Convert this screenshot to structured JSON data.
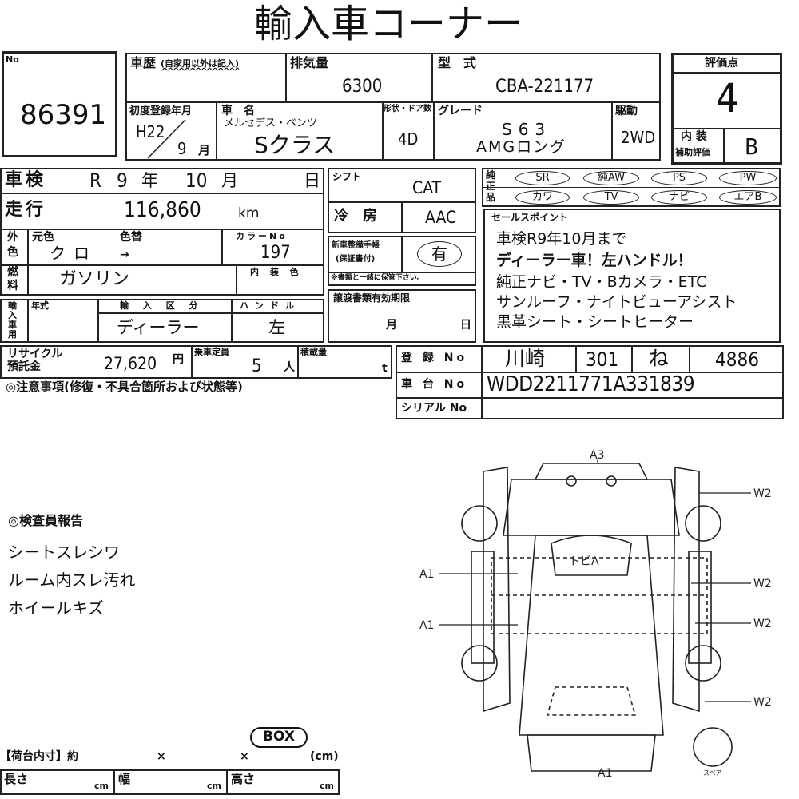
{
  "title": "輸入車コーナー",
  "lot": {
    "label": "No",
    "number": "86391"
  },
  "history": {
    "label": "車歴",
    "note": "(自家用以外は記入)"
  },
  "displacement": {
    "label": "排気量",
    "value": "6300"
  },
  "model_code": {
    "label": "型　式",
    "value": "CBA-221177"
  },
  "first_reg": {
    "label": "初度登録年月",
    "year": "H22",
    "month": "9",
    "month_unit": "月"
  },
  "car_name": {
    "label": "車　名",
    "maker": "メルセデス・ベンツ",
    "model": "Sクラス"
  },
  "body": {
    "label": "形状・ドア数",
    "value": "4D"
  },
  "grade": {
    "label": "グレード",
    "line1": "S63",
    "line2": "AMGロング"
  },
  "drive": {
    "label": "駆動",
    "value": "2WD"
  },
  "score": {
    "label": "評価点",
    "value": "4",
    "interior_label1": "内 装",
    "interior_label2": "補助評価",
    "interior_value": "B"
  },
  "inspection": {
    "label": "車検",
    "era": "R",
    "year": "9",
    "year_unit": "年",
    "month": "10",
    "month_unit": "月",
    "day_unit": "日"
  },
  "mileage": {
    "label": "走行",
    "value": "116,860",
    "unit": "km"
  },
  "exterior": {
    "label1": "外",
    "label2": "色",
    "orig_label": "元色",
    "orig_value": "クロ",
    "change_label": "色替",
    "change_value": "→",
    "colorno_label": "カラーNo",
    "colorno_value": "197"
  },
  "fuel": {
    "label1": "燃",
    "label2": "料",
    "value": "ガソリン",
    "interior_color_label": "内 装 色"
  },
  "import": {
    "label": "輸入車用",
    "year_label": "年式",
    "class_label": "輸 入 区 分",
    "class_value": "ディーラー",
    "handle_label": "ハンドル",
    "handle_value": "左"
  },
  "shift": {
    "label": "シフト",
    "value": "CAT"
  },
  "ac": {
    "label": "冷　房",
    "value": "AAC"
  },
  "service_book": {
    "label1": "新車整備手帳",
    "label2": "(保証書付)",
    "value": "有",
    "note": "※書類と一緒に保管下さい。"
  },
  "transfer": {
    "label": "譲渡書類有効期限",
    "month_unit": "月",
    "day_unit": "日"
  },
  "genuine": {
    "label": "純正品",
    "items": [
      "SR",
      "純AW",
      "PS",
      "PW",
      "カワ",
      "TV",
      "ナビ",
      "エアB"
    ]
  },
  "sales_points": {
    "label": "セールスポイント",
    "lines": [
      "車検R9年10月まで",
      "ディーラー車！左ハンドル！",
      "純正ナビ・TV・Bカメラ・ETC",
      "サンルーフ・ナイトビューアシスト",
      "黒革シート・シートヒーター"
    ]
  },
  "recycle": {
    "label1": "リサイクル",
    "label2": "預託金",
    "value": "27,620",
    "unit": "円"
  },
  "capacity": {
    "label": "乗車定員",
    "value": "5",
    "unit": "人"
  },
  "load": {
    "label": "積載量",
    "unit": "t"
  },
  "registration": {
    "label": "登 録 No",
    "area": "川崎",
    "class": "301",
    "kana": "ね",
    "number": "4886"
  },
  "chassis": {
    "label": "車 台 No",
    "value": "WDD2211771A331839"
  },
  "serial": {
    "label": "シリアル No"
  },
  "notes_label": "◎注意事項(修復・不具合箇所および状態等)",
  "inspector": {
    "label": "◎検査員報告",
    "lines": [
      "シートスレシワ",
      "ルーム内スレ汚れ",
      "ホイールキズ"
    ]
  },
  "diagram": {
    "marks": [
      "A3",
      "W2",
      "トビA",
      "A1",
      "W2",
      "A1",
      "W2",
      "W2",
      "A1"
    ],
    "spare": "スペア"
  },
  "cargo": {
    "label": "【荷台内寸】約",
    "x1": "×",
    "x2": "×",
    "unit": "(cm)",
    "box": "BOX",
    "length": "長さ",
    "width": "幅",
    "height": "高さ",
    "cm": "cm"
  }
}
